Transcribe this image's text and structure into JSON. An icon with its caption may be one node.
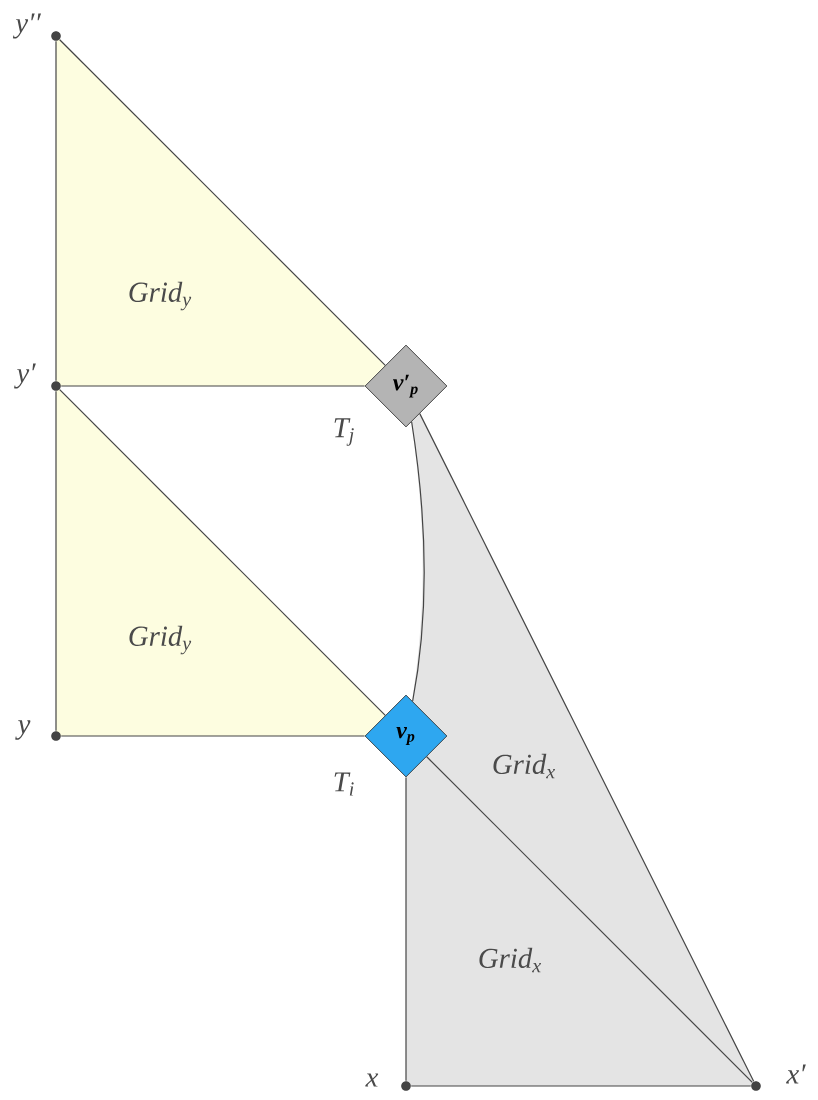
{
  "diagram": {
    "nodes": [
      {
        "text": [],
        "shape": "circle",
        "beside": [
          "y′′"
        ]
      },
      {
        "text": [],
        "shape": "circle",
        "beside": [
          "y′"
        ]
      },
      {
        "text": [
          "v′$_{p}$"
        ],
        "beside": [
          "T$_{j}$"
        ]
      },
      {
        "text": [],
        "shape": "circle",
        "beside": [
          "y"
        ]
      },
      {
        "text": [
          "v$_{p}$"
        ],
        "beside": [
          "T$_{i}$"
        ]
      },
      {
        "text": [],
        "shape": "circle",
        "beside": [
          "x"
        ]
      },
      {
        "text": [],
        "shape": "circle",
        "beside": [
          "x′"
        ]
      }
    ],
    "edges": [
      {
        "from": 0,
        "to": 1,
        "arrow": "none"
      },
      {
        "from": 0,
        "to": 2,
        "arrow": "none"
      },
      {
        "from": 1,
        "to": 2,
        "arrow": "none"
      },
      {
        "from": 1,
        "to": 3,
        "arrow": "none"
      },
      {
        "from": 1,
        "to": 4,
        "arrow": "none"
      },
      {
        "from": 3,
        "to": 4,
        "arrow": "none"
      },
      {
        "from": 4,
        "to": 2,
        "arrow": "none"
      },
      {
        "from": 2,
        "to": 6,
        "arrow": "none"
      },
      {
        "from": 4,
        "to": 6,
        "arrow": "none"
      },
      {
        "from": 4,
        "to": 5,
        "arrow": "none"
      },
      {
        "from": 5,
        "to": 6,
        "arrow": "none"
      }
    ],
    "labels": [
      "Grid$_{y}$",
      "Grid$_{y}$",
      "Grid$_{x}$",
      "Grid$_{x}$"
    ]
  }
}
